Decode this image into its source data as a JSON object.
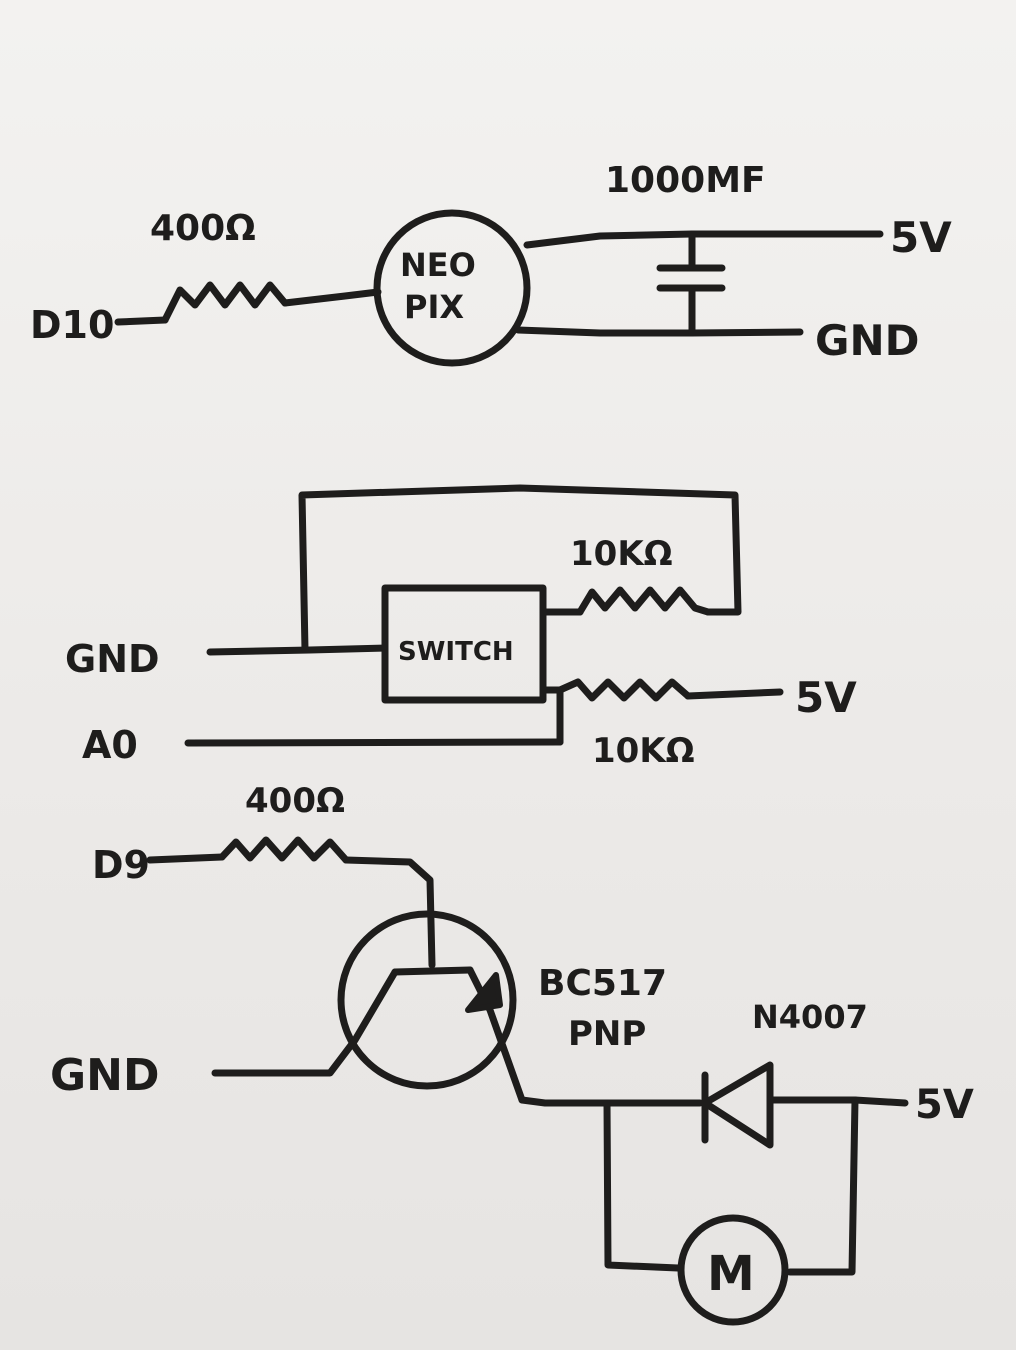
{
  "circuit1": {
    "resistor_label": "400Ω",
    "pin_label": "D10",
    "neopixel_line1": "NEO",
    "neopixel_line2": "PIX",
    "capacitor_label": "1000MF",
    "power_label": "5V",
    "ground_label": "GND"
  },
  "circuit2": {
    "ground_label": "GND",
    "analog_label": "A0",
    "switch_label": "SWITCH",
    "resistor_top_label": "10KΩ",
    "resistor_bottom_label": "10KΩ",
    "power_label": "5V"
  },
  "circuit3": {
    "pin_label": "D9",
    "resistor_label": "400Ω",
    "ground_label": "GND",
    "transistor_model": "BC517",
    "transistor_type": "PNP",
    "diode_label": "N4007",
    "power_label": "5V",
    "motor_label": "M"
  }
}
